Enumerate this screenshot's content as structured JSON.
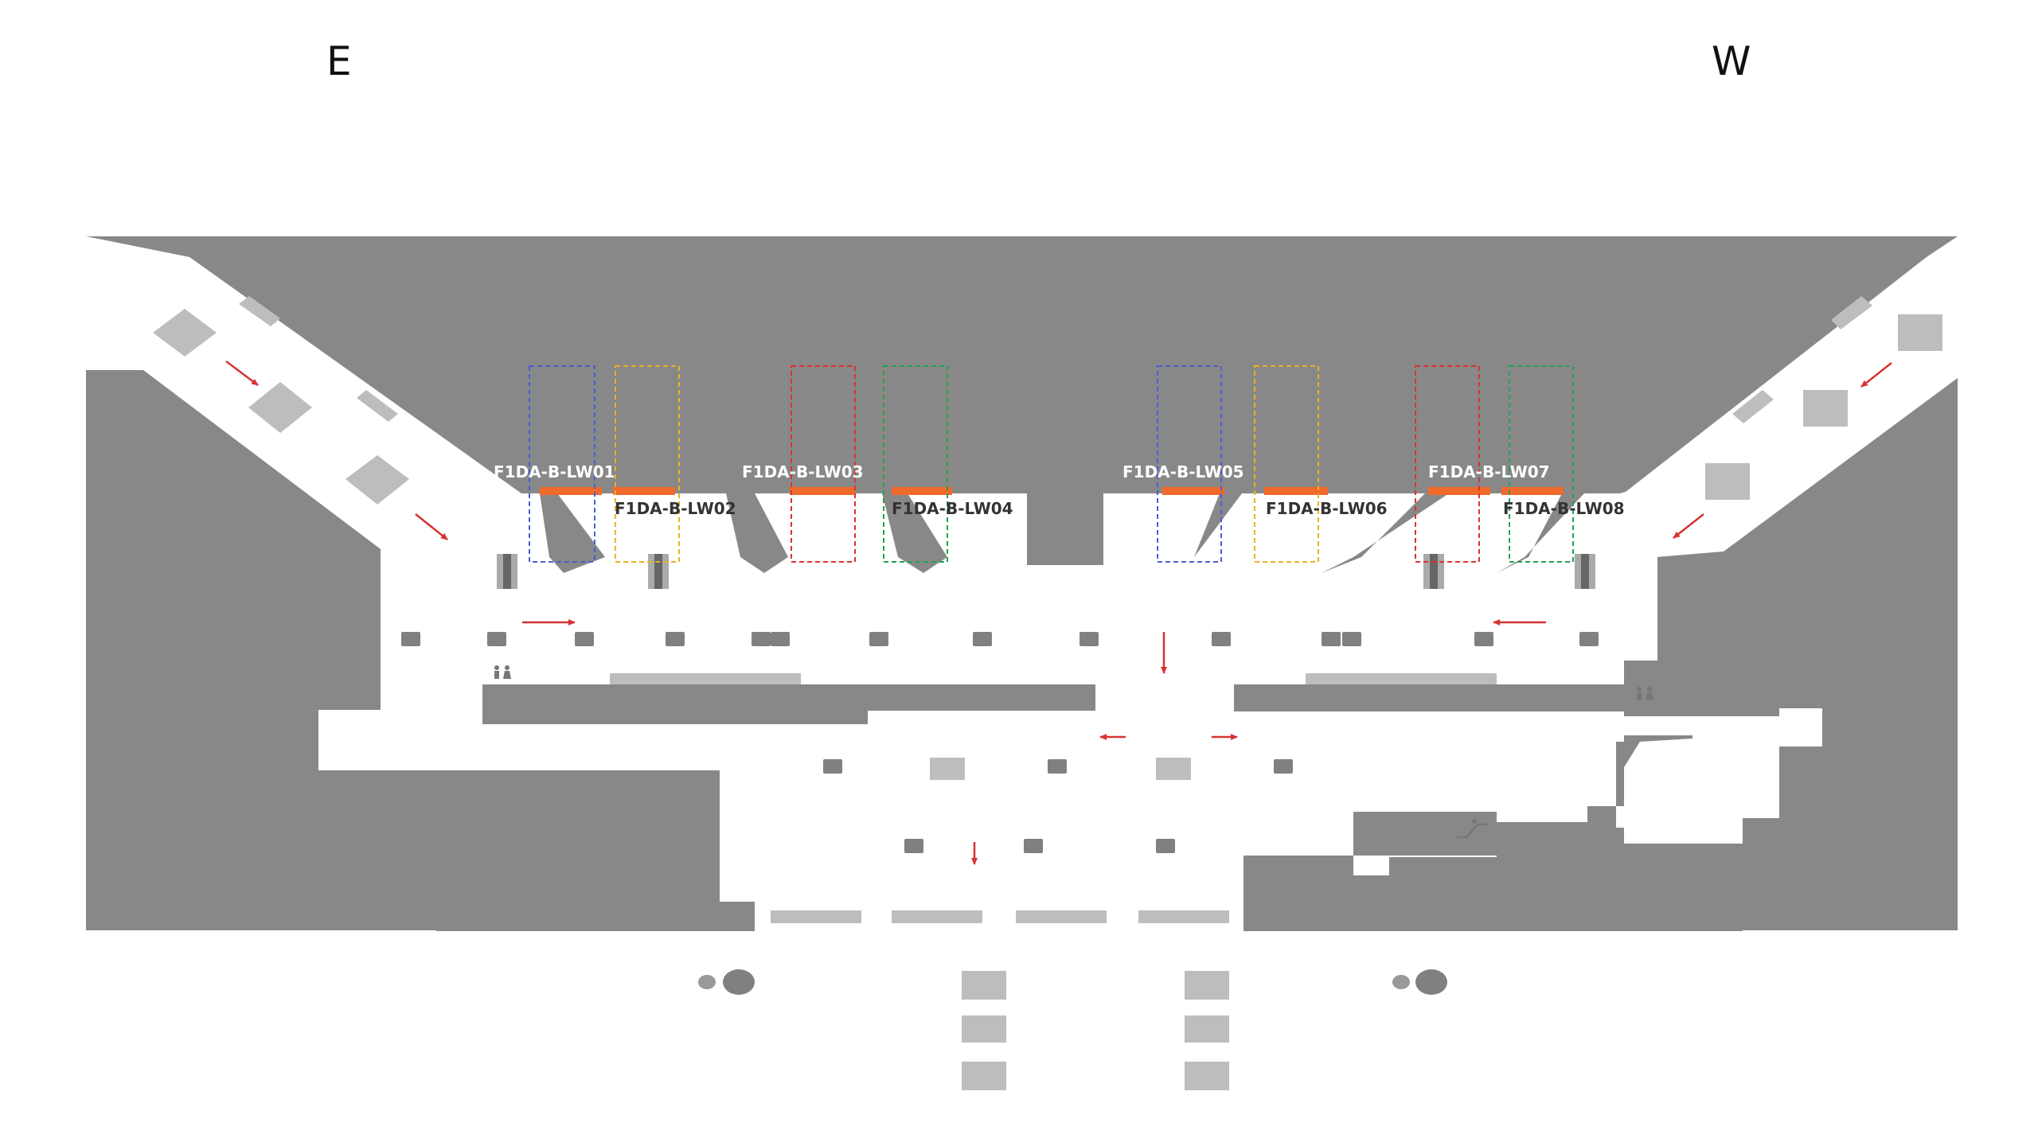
{
  "compass": {
    "left": "E",
    "right": "W"
  },
  "colors": {
    "wall": "#888888",
    "floor": "#ffffff",
    "fixture": "#808080",
    "light_fixture": "#bdbdbd",
    "bar": "#f06a2a",
    "arrow": "#d63333"
  },
  "lanes": [
    {
      "label": "F1DA-B-LW01",
      "color": "#4a5fd0",
      "label_color": "#ffffff"
    },
    {
      "label": "F1DA-B-LW02",
      "color": "#f0b020",
      "label_color": "#333333"
    },
    {
      "label": "F1DA-B-LW03",
      "color": "#e03030",
      "label_color": "#ffffff"
    },
    {
      "label": "F1DA-B-LW04",
      "color": "#26a050",
      "label_color": "#333333"
    },
    {
      "label": "F1DA-B-LW05",
      "color": "#4a5fd0",
      "label_color": "#ffffff"
    },
    {
      "label": "F1DA-B-LW06",
      "color": "#f0b020",
      "label_color": "#333333"
    },
    {
      "label": "F1DA-B-LW07",
      "color": "#e03030",
      "label_color": "#ffffff"
    },
    {
      "label": "F1DA-B-LW08",
      "color": "#26a050",
      "label_color": "#333333"
    }
  ],
  "icons": {
    "restroom": "restroom-icon",
    "escalator": "escalator-icon",
    "arrow": "direction-arrow-icon"
  }
}
